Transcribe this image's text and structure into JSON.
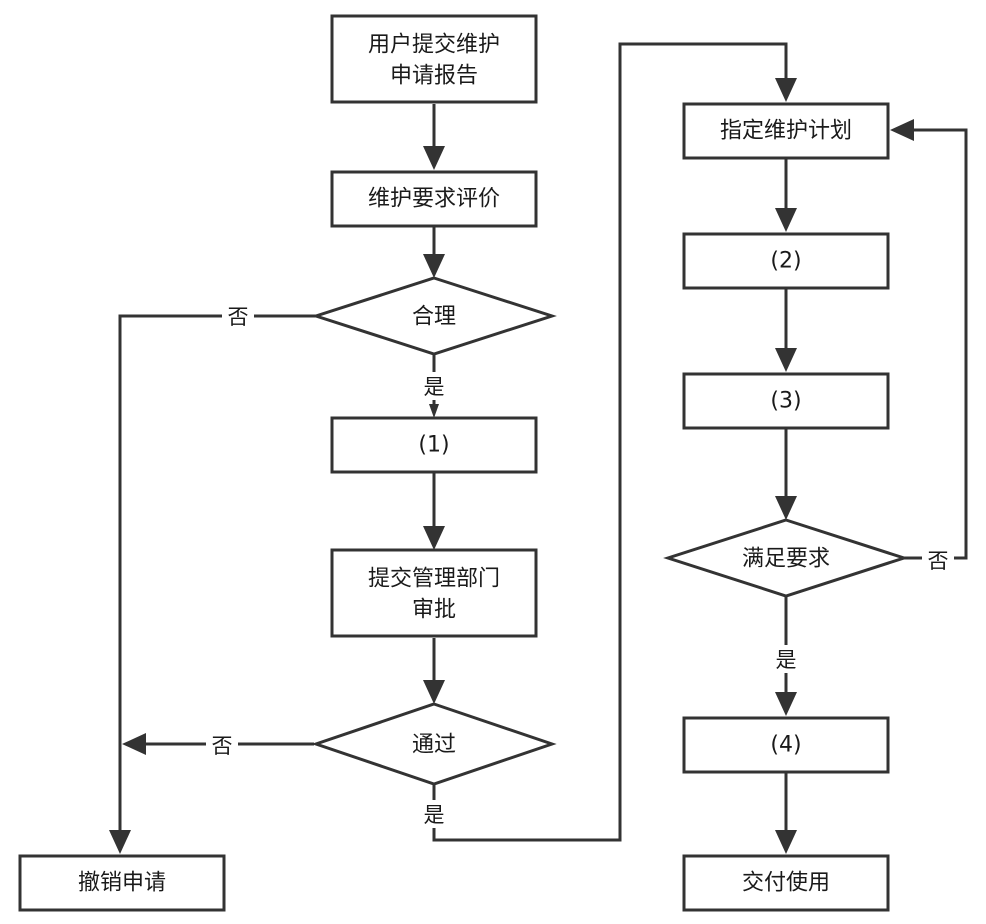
{
  "nodes": {
    "submit": [
      "用户提交维护",
      "申请报告"
    ],
    "evaluate": "维护要求评价",
    "reasonable": "合理",
    "step1": "(1)",
    "approve": [
      "提交管理部门",
      "审批"
    ],
    "pass": "通过",
    "cancel": "撤销申请",
    "plan": "指定维护计划",
    "step2": "(2)",
    "step3": "(3)",
    "satisfy": "满足要求",
    "step4": "(4)",
    "deliver": "交付使用"
  },
  "edge_labels": {
    "reasonable_no": "否",
    "reasonable_yes": "是",
    "pass_no": "否",
    "pass_yes": "是",
    "satisfy_no": "否",
    "satisfy_yes": "是"
  },
  "colors": {
    "stroke": "#333333",
    "text": "#1a1a1a",
    "background": "#ffffff"
  }
}
